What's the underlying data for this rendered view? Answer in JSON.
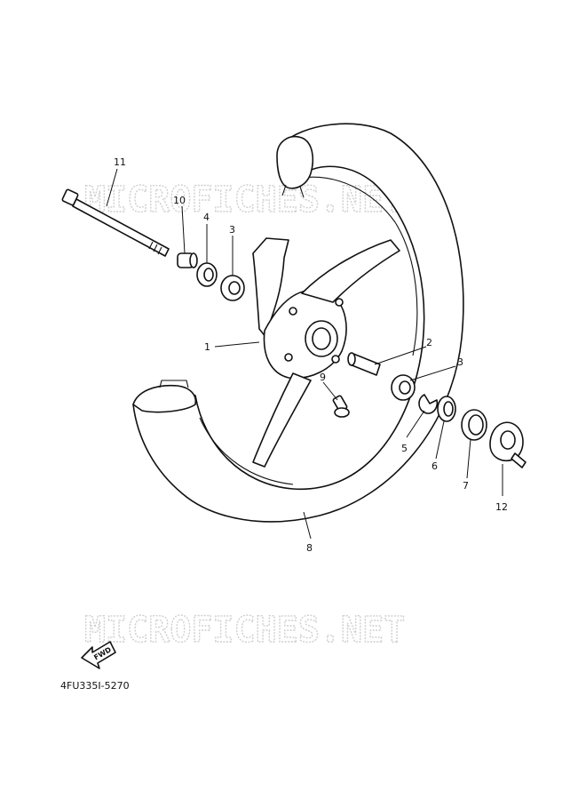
{
  "watermark": {
    "top": "MICROFICHES.NET",
    "bottom": "MICROFICHES.NET"
  },
  "callouts": {
    "p1": "1",
    "p2": "2",
    "p3a": "3",
    "p3b": "3",
    "p4": "4",
    "p5": "5",
    "p6": "6",
    "p7": "7",
    "p8": "8",
    "p9": "9",
    "p10": "10",
    "p11": "11",
    "p12": "12"
  },
  "fwd_label": "FWD",
  "diagram_code": "4FU335I-5270"
}
